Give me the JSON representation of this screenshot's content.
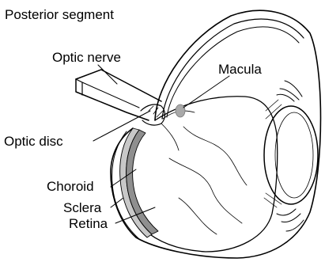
{
  "labels": {
    "title": "Posterior segment",
    "optic_nerve": "Optic nerve",
    "macula": "Macula",
    "optic_disc": "Optic disc",
    "choroid": "Choroid",
    "sclera": "Sclera",
    "retina": "Retina"
  },
  "colors": {
    "ink": "#000000",
    "macula_spot": "#a9a9a9",
    "retina_band": "#8f8f8f",
    "choroid_band": "#c8c8c8",
    "background": "#ffffff"
  }
}
